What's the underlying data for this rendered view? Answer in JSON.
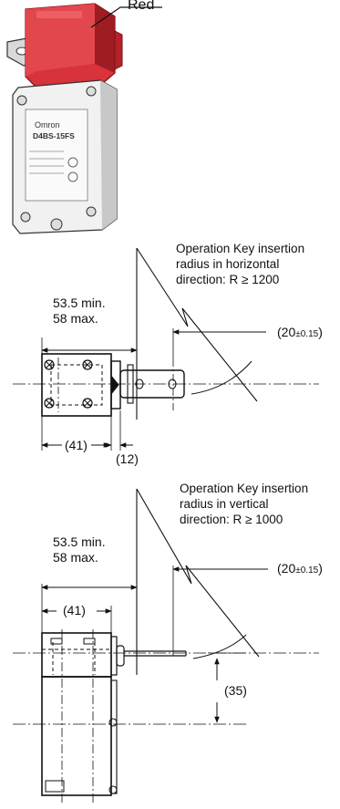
{
  "photo": {
    "callout": "Red",
    "brand": "Omron",
    "model": "D4BS-15FS"
  },
  "horizontal_view": {
    "note_lines": [
      "Operation Key insertion",
      "radius in horizontal",
      "direction: R ≥ 1200"
    ],
    "dim_min": "53.5 min.",
    "dim_max": "58 max.",
    "dim_key_main": "(20",
    "dim_key_tol": "±0.15",
    "dim_key_close": ")",
    "dim_body": "(41)",
    "dim_gap": "(12)"
  },
  "vertical_view": {
    "note_lines": [
      "Operation Key insertion",
      "radius in vertical",
      "direction: R ≥ 1000"
    ],
    "dim_min": "53.5 min.",
    "dim_max": "58 max.",
    "dim_body": "(41)",
    "dim_key_main": "(20",
    "dim_key_tol": "±0.15",
    "dim_key_close": ")",
    "dim_offset": "(35)"
  },
  "colors": {
    "switch_head": "#d8323a",
    "switch_head_dark": "#9e1c22",
    "ink": "#111111"
  }
}
